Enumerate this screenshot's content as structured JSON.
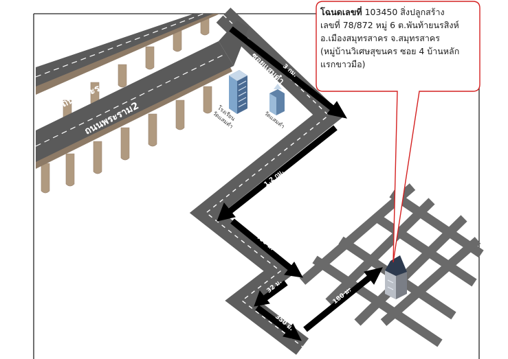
{
  "map": {
    "roads": {
      "highway_upper": "ถนนพระราม2",
      "highway_lower": "ถนนพระราม2",
      "soi": "ซอยแสมดำ"
    },
    "landmarks": {
      "school": [
        "โรงเรียน",
        "วัดแสมดำ"
      ],
      "temple": "วัดแสมดำ"
    },
    "distances": {
      "seg1": "3 กม.",
      "seg2": "1.2 กม.",
      "seg3": "400 ม.",
      "seg4": "32 ม.",
      "seg5": "350 ม.",
      "seg6": "180 ม."
    },
    "colors": {
      "highway": "#5f5f5f",
      "pillar": "#b19c84",
      "road": "#6f6f6f",
      "arrow": "#000000",
      "callout_border": "#d42020"
    }
  },
  "callout": {
    "title": "โฉนดเลขที่",
    "line1": "103450  สิ่งปลูกสร้าง",
    "line2": "เลขที่ 78/872 หมู่ 6 ต.พันท้ายนรสิงห์",
    "line3": "อ.เมืองสมุทรสาคร จ.สมุทรสาคร",
    "line4": "(หมู่บ้านวิเศษสุขนคร ซอย 4 บ้านหลัก",
    "line5": "แรกขาวมือ)"
  }
}
